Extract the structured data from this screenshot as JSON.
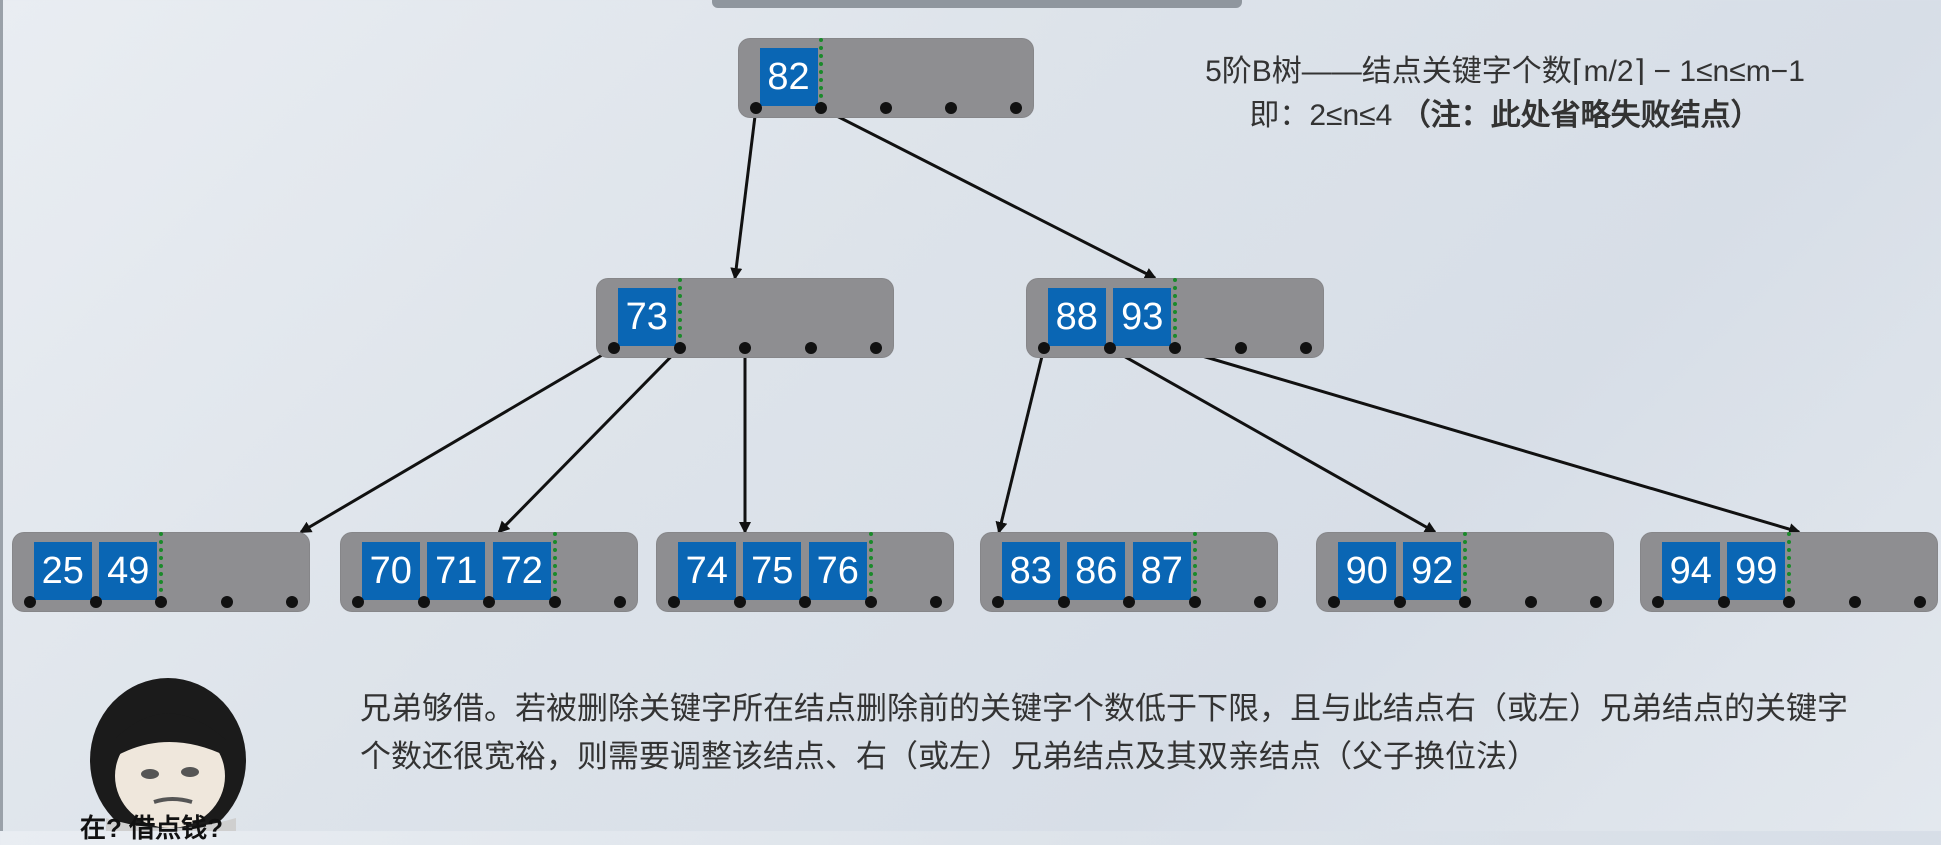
{
  "info": {
    "line1": "5阶B树——结点关键字个数⌈m/2⌉ − 1≤n≤m−1",
    "line2_prefix": "即：2≤n≤4 ",
    "line2_note": "（注：此处省略失败结点）"
  },
  "description": "兄弟够借。若被删除关键字所在结点删除前的关键字个数低于下限，且与此结点右（或左）兄弟结点的关键字个数还很宽裕，则需要调整该结点、右（或左）兄弟结点及其双亲结点（父子换位法）",
  "meme_caption": "在? 借点钱?",
  "colors": {
    "node_bg": "#8e8e91",
    "key_bg": "#0a66b4",
    "separator": "#1a8a2a",
    "edge": "#111111"
  },
  "tree": {
    "root": [
      "82"
    ],
    "level1": [
      [
        "73"
      ],
      [
        "88",
        "93"
      ]
    ],
    "leaves": [
      [
        "25",
        "49"
      ],
      [
        "70",
        "71",
        "72"
      ],
      [
        "74",
        "75",
        "76"
      ],
      [
        "83",
        "86",
        "87"
      ],
      [
        "90",
        "92"
      ],
      [
        "94",
        "99"
      ]
    ]
  }
}
